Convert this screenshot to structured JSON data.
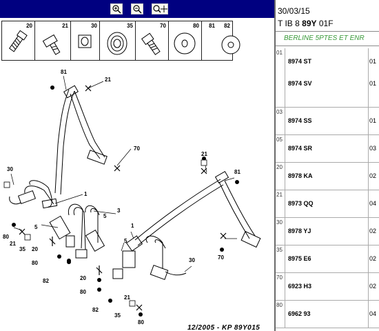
{
  "toolbar": {
    "buttons": [
      {
        "name": "zoom-in-icon"
      },
      {
        "name": "zoom-out-icon"
      },
      {
        "name": "zoom-fit-icon"
      }
    ]
  },
  "parts_strip": {
    "cells": [
      {
        "id": "20",
        "part": "bolt"
      },
      {
        "id": "21",
        "part": "bolt"
      },
      {
        "id": "30",
        "part": "spacer"
      },
      {
        "id": "35",
        "part": "bushing"
      },
      {
        "id": "70",
        "part": "bolt"
      },
      {
        "id": "80",
        "part": "washer"
      },
      {
        "id": "81",
        "part": "washer"
      },
      {
        "id": "82",
        "part": ""
      }
    ]
  },
  "diagram": {
    "callouts": [
      "81",
      "21",
      "70",
      "30",
      "1",
      "3",
      "5",
      "80",
      "21",
      "35",
      "20",
      "80",
      "82",
      "5",
      "1",
      "20",
      "80",
      "82",
      "21",
      "35",
      "80",
      "21",
      "81",
      "70",
      "30",
      "5"
    ],
    "ref_code": "12/2005 - KP 89Y015"
  },
  "header": {
    "date": "30/03/15",
    "ref_prefix": "T IB 8",
    "ref_bold": "89Y",
    "ref_suffix": "01F",
    "version": "BERLINE 5PTES ET ENR"
  },
  "parts": [
    {
      "index": "01",
      "codes": [
        "8974 ST",
        "8974 SV"
      ],
      "qtys": [
        "01",
        "01"
      ]
    },
    {
      "index": "03",
      "codes": [
        "8974 SS"
      ],
      "qtys": [
        "01"
      ]
    },
    {
      "index": "05",
      "codes": [
        "8974 SR"
      ],
      "qtys": [
        "03"
      ]
    },
    {
      "index": "20",
      "codes": [
        "8978 KA"
      ],
      "qtys": [
        "02"
      ]
    },
    {
      "index": "21",
      "codes": [
        "8973 QQ"
      ],
      "qtys": [
        "04"
      ]
    },
    {
      "index": "30",
      "codes": [
        "8978 YJ"
      ],
      "qtys": [
        "02"
      ]
    },
    {
      "index": "35",
      "codes": [
        "8975 E6"
      ],
      "qtys": [
        "02"
      ]
    },
    {
      "index": "70",
      "codes": [
        "6923 H3"
      ],
      "qtys": [
        "02"
      ]
    },
    {
      "index": "80",
      "codes": [
        "6962 93"
      ],
      "qtys": [
        "04"
      ]
    }
  ]
}
